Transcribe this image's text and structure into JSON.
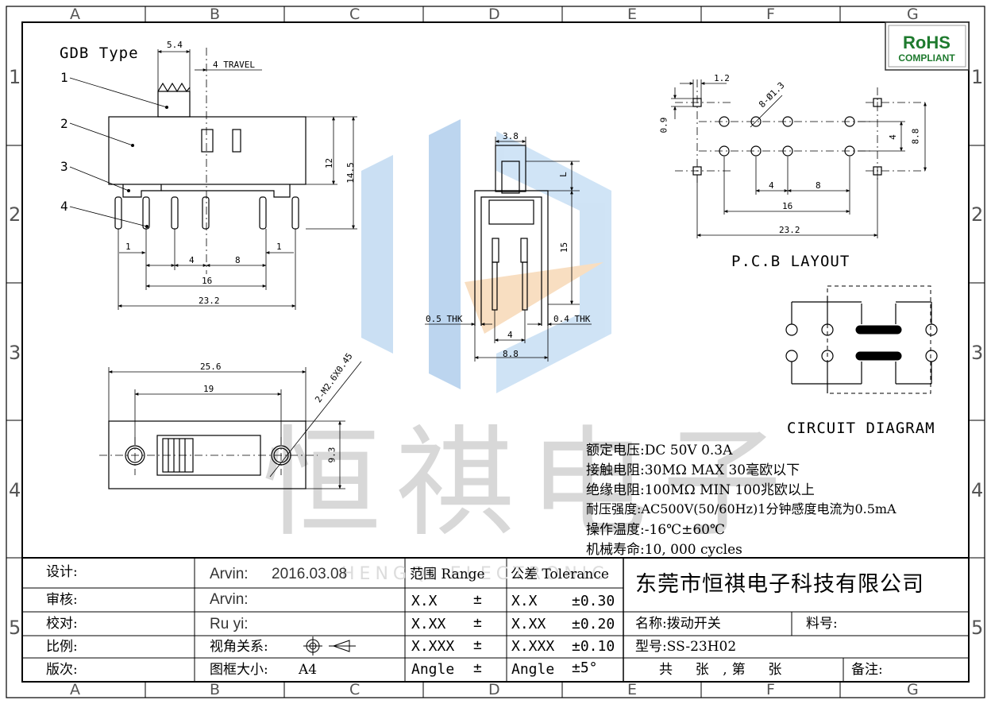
{
  "drawing": {
    "type_label": "GDB Type",
    "zones": {
      "columns": [
        "A",
        "B",
        "C",
        "D",
        "E",
        "F",
        "G"
      ],
      "rows": [
        "1",
        "2",
        "3",
        "4",
        "5"
      ]
    },
    "rohs": {
      "line1": "RoHS",
      "line2": "COMPLIANT",
      "color": "#1e7a2e"
    },
    "watermark": {
      "text": "恒祺电子",
      "sub": "HENGQI ELECTRONIC"
    },
    "callouts": [
      "1",
      "2",
      "3",
      "4"
    ],
    "side_view_dims": {
      "top_width": "5.4",
      "travel": "4 TRAVEL",
      "height_12": "12",
      "height_14_5": "14.5",
      "pin_1_left": "1",
      "pitch_4": "4",
      "pitch_8": "8",
      "pin_1_right": "1",
      "span_16": "16",
      "span_23_2": "23.2"
    },
    "front_view_dims": {
      "width_3_8": "3.8",
      "l": "L",
      "h15": "15",
      "thk_left": "0.5 THK",
      "thk_right": "0.4 THK",
      "pitch_4": "4",
      "width_8_8": "8.8"
    },
    "top_view_dims": {
      "len_25_6": "25.6",
      "len_19": "19",
      "screws": "2-M2.6X0.45",
      "h9_3": "9.3"
    },
    "pcb": {
      "title": "P.C.B LAYOUT",
      "d1_2": "1.2",
      "holes": "8-Ø1.3",
      "d0_9": "0.9",
      "d4_v": "4",
      "d8_8": "8.8",
      "d4_h": "4",
      "d8_h": "8",
      "d16": "16",
      "d23_2": "23.2"
    },
    "circuit": {
      "title": "CIRCUIT DIAGRAM"
    },
    "specs": [
      "额定电压:DC 50V 0.3A",
      "接触电阻:30MΩ MAX 30毫欧以下",
      "绝缘电阻:100MΩ MIN 100兆欧以上",
      "耐压强度:AC500V(50/60Hz)1分钟感度电流为0.5mA",
      "操作温度:-16℃±60℃",
      "机械寿命:10, 000 cycles"
    ]
  },
  "title_block": {
    "labels": [
      "设计:",
      "审核:",
      "校对:",
      "比例:",
      "版次:"
    ],
    "designer": "Arvin:",
    "date": "2016.03.08",
    "reviewer": "Arvin:",
    "checker": "Ru yi:",
    "view_label": "视角关系:",
    "frame_label": "图框大小:",
    "frame_size": "A4",
    "range_header": "范围 Range",
    "tolerance_header": "公差 Tolerance",
    "range": [
      "X.X",
      "X.XX",
      "X.XXX",
      "Angle"
    ],
    "pm": "±",
    "tol_name": [
      "X.X",
      "X.XX",
      "X.XXX",
      "Angle"
    ],
    "tol_val": [
      "±0.30",
      "±0.20",
      "±0.10",
      "±5°"
    ],
    "company": "东莞市恒祺电子科技有限公司",
    "name_label": "名称:拨动开关",
    "part_label": "料号:",
    "model_label": "型号:SS-23H02",
    "sheet_info": "共  张 ,第  张",
    "remark_label": "备注:"
  }
}
